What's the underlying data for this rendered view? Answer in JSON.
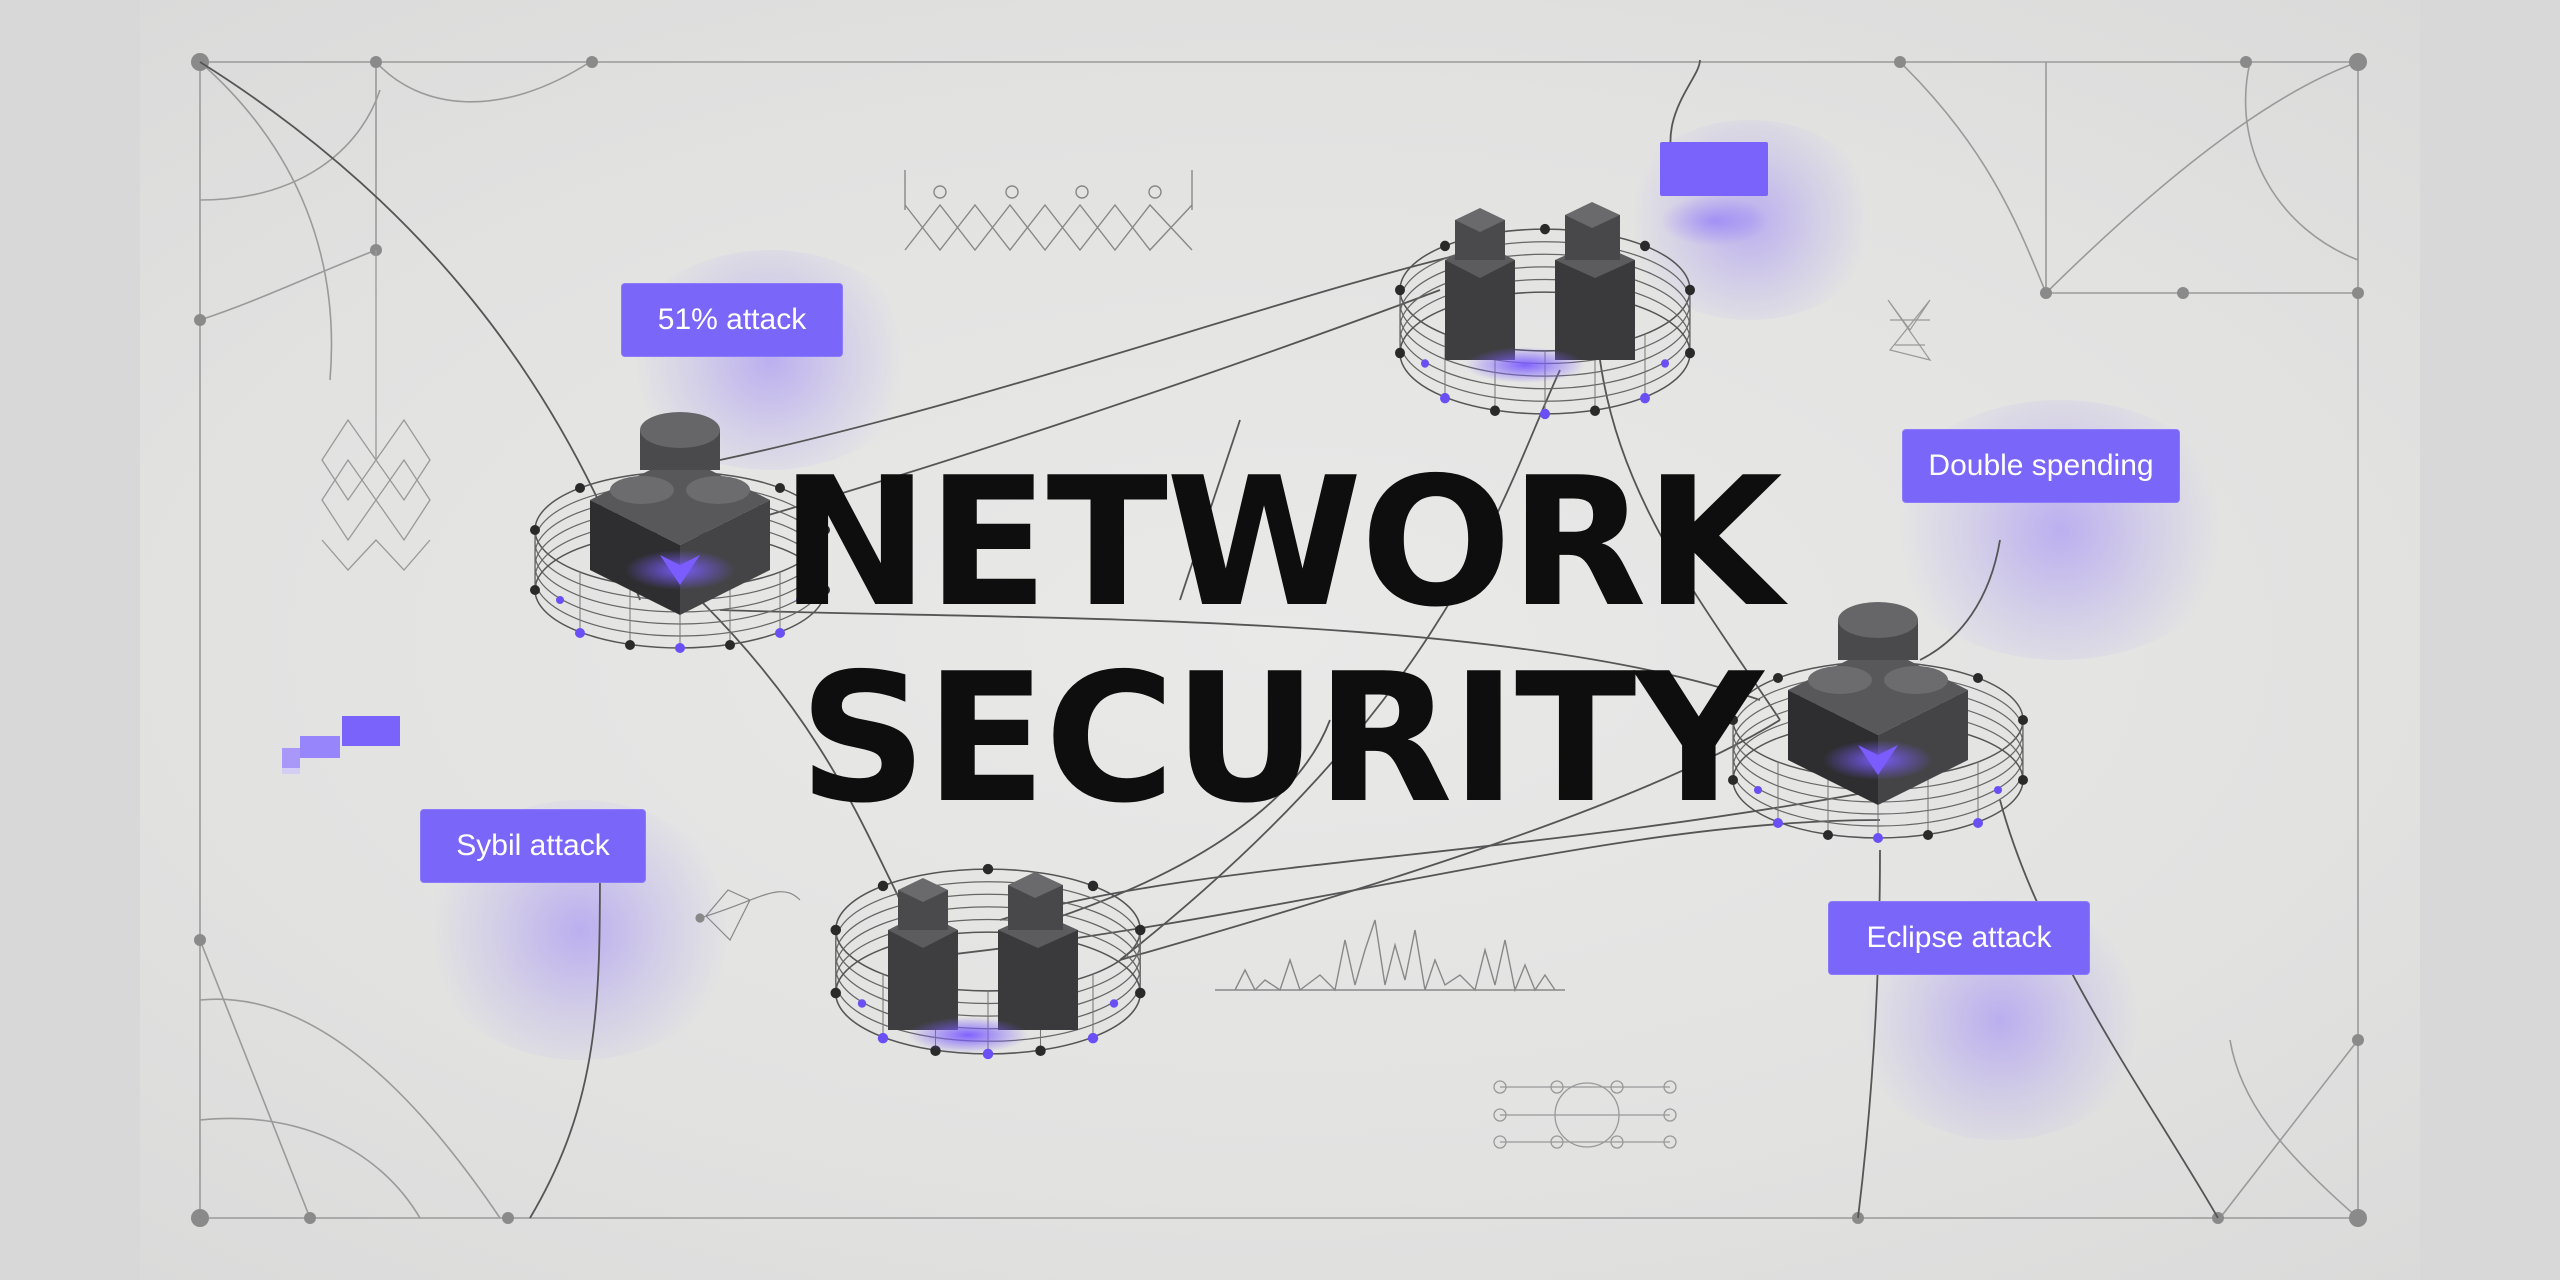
{
  "title": {
    "line1": "NETWORK",
    "line2": "SECURITY"
  },
  "tags": {
    "attack_51": "51% attack",
    "double_spending": "Double spending",
    "sybil": "Sybil attack",
    "eclipse": "Eclipse attack"
  },
  "colors": {
    "accent": "#7a66f8",
    "node_dark": "#3b3b3d",
    "line": "#5a5a5a",
    "background": "#e4e4e3"
  },
  "icons": [
    "server-node-icon",
    "server-pair-icon"
  ]
}
